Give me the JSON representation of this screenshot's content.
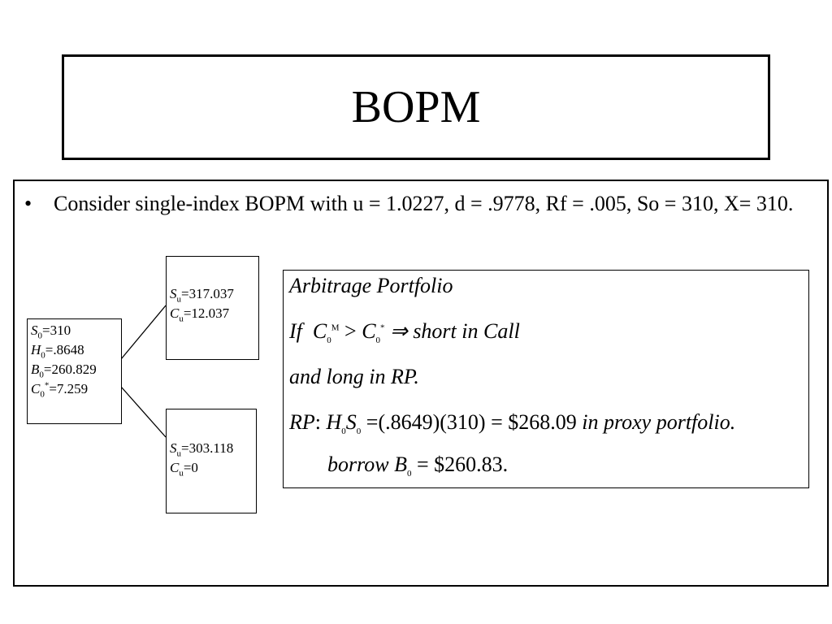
{
  "title": "BOPM",
  "bullet": {
    "marker": "•",
    "text": "Consider single-index BOPM with u = 1.0227, d = .9778, Rf = .005, So = 310, X= 310."
  },
  "tree": {
    "root": {
      "s_label": "S",
      "s_sub": "0",
      "s_val": "=310",
      "h_label": "H",
      "h_sub": "0",
      "h_val": "=.8648",
      "b_label": "B",
      "b_sub": "0",
      "b_val": "=260.829",
      "c_label": "C",
      "c_sub": "0",
      "c_sup": "*",
      "c_val": "=7.259"
    },
    "up": {
      "s_label": "S",
      "s_sub": "u",
      "s_val": "=317.037",
      "c_label": "C",
      "c_sub": "u",
      "c_val": "=12.037"
    },
    "down": {
      "s_label": "S",
      "s_sub": "u",
      "s_val": "=303.118",
      "c_label": "C",
      "c_sub": "u",
      "c_val": "=0"
    }
  },
  "arbitrage": {
    "line1": "Arbitrage  Portfolio",
    "line2_if": "If",
    "line2_c": "C",
    "line2_c_sub": "0",
    "line2_c_sup": "M",
    "line2_gt": " > ",
    "line2_c2": "C",
    "line2_c2_sub": "0",
    "line2_c2_sup": "*",
    "line2_rest": " ⇒ short  in  Call",
    "line3": "and long  in  RP.",
    "line4_rp": "RP",
    "line4_colon": ": ",
    "line4_h": "H",
    "line4_h_sub": "0",
    "line4_s": "S",
    "line4_s_sub": "0",
    "line4_calc": " =(.8649)(310) = $268.09 ",
    "line4_rest": "in  proxy  portfolio.",
    "line5_borrow": "borrow  B",
    "line5_sub": "0",
    "line5_val": "  = $260.83."
  }
}
